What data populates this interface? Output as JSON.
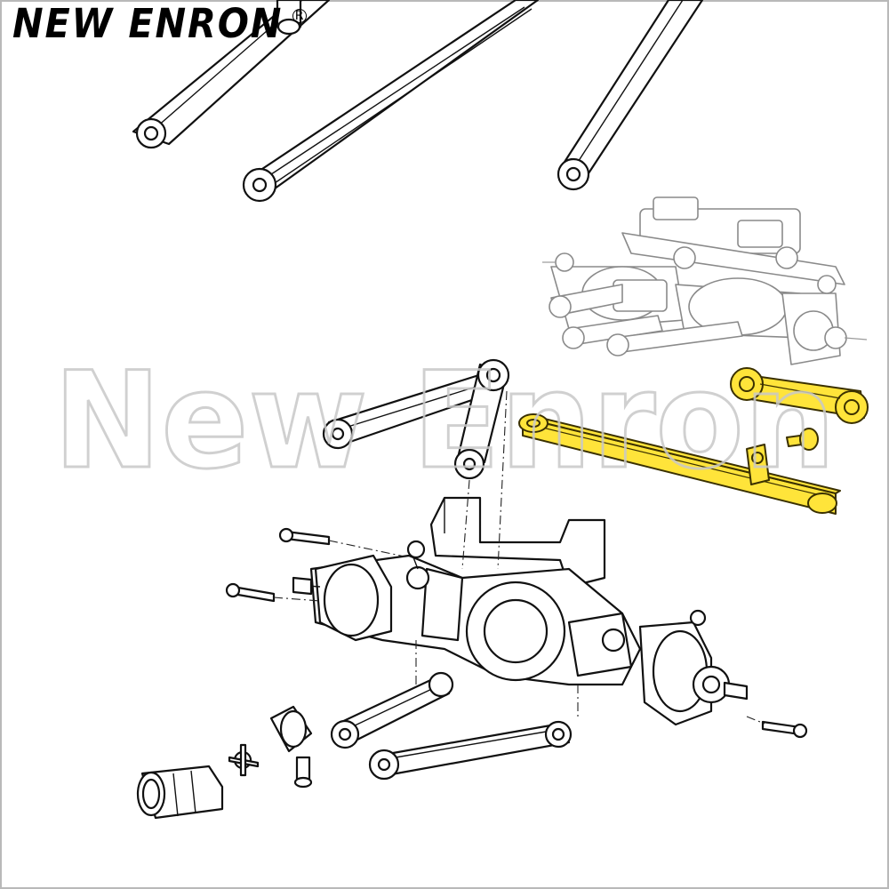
{
  "brand": {
    "logo_text": "NEW ENRON",
    "registered_mark": "R"
  },
  "watermark": {
    "text": "New Enron"
  },
  "colors": {
    "highlight": "#ffe43a",
    "line": "#111111",
    "ghost": "#8a8a8a",
    "frame": "#b9b9b9"
  }
}
